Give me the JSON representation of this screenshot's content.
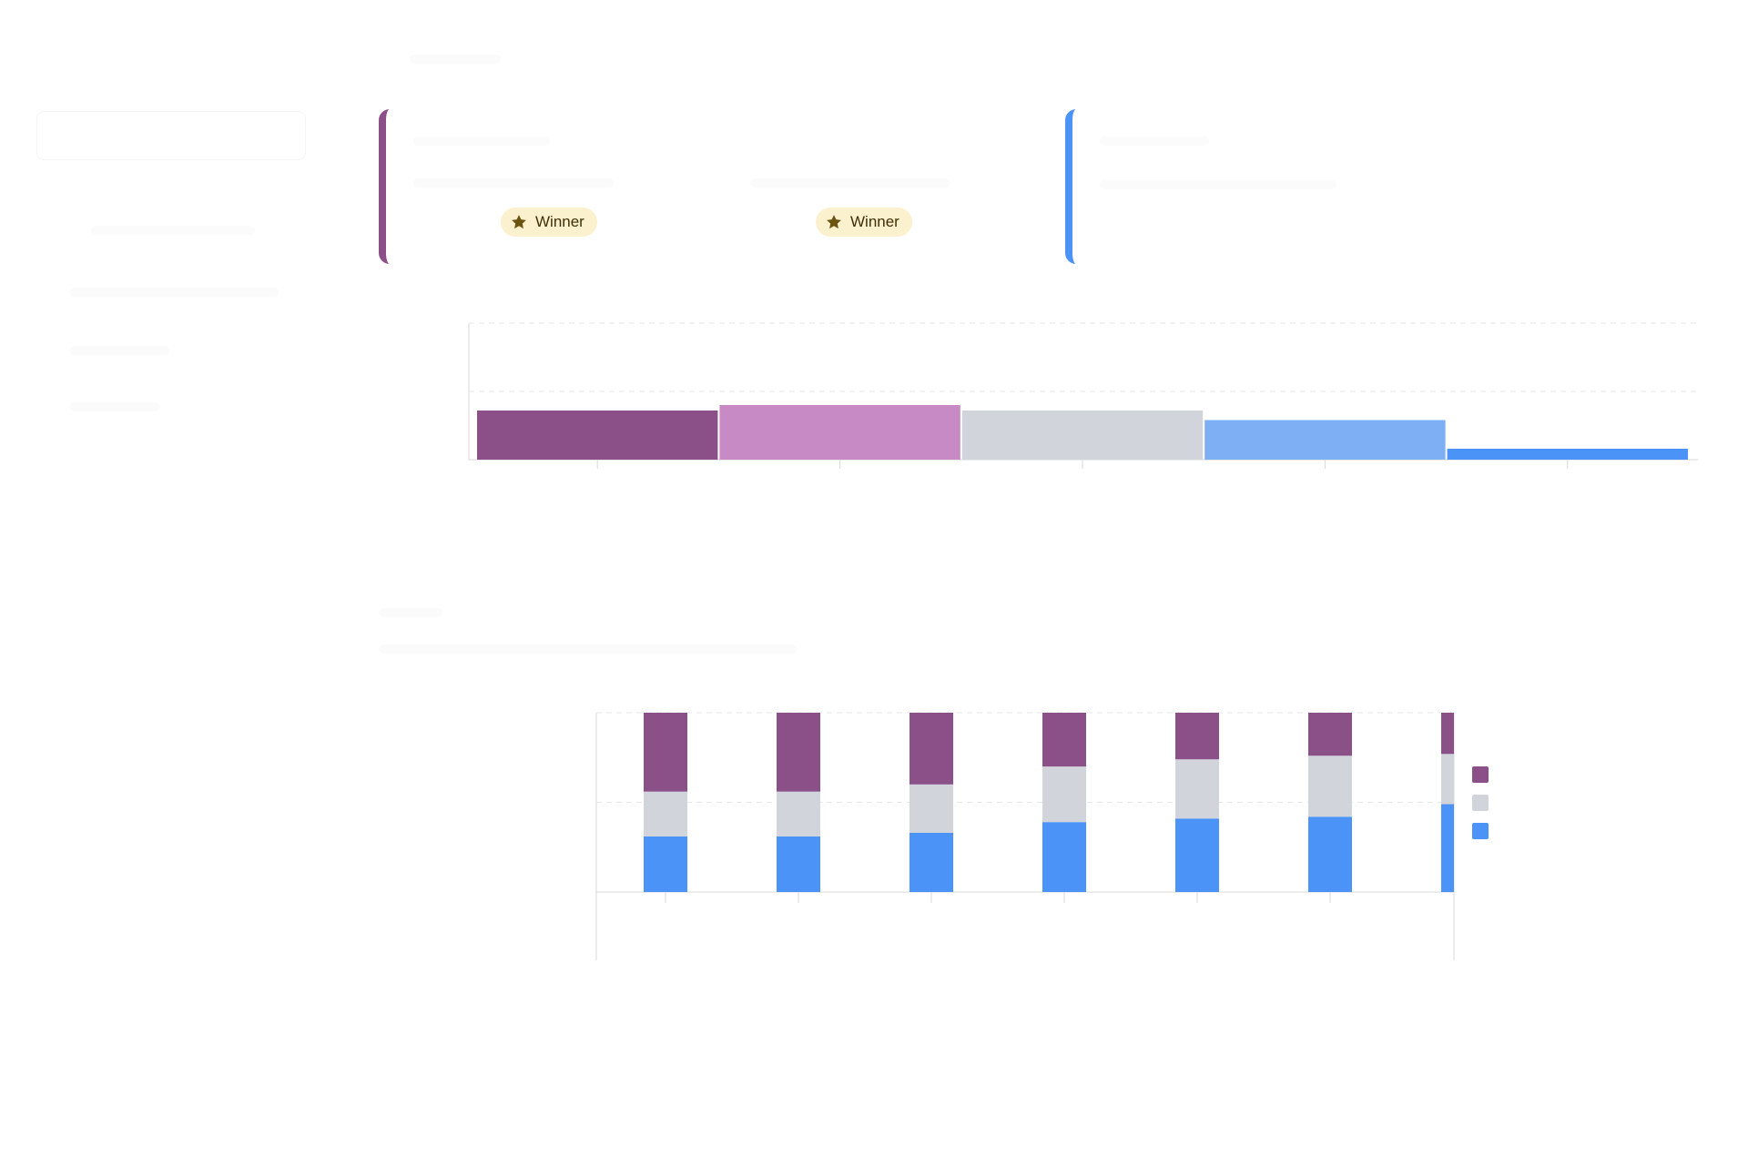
{
  "cards": {
    "left": {
      "accent": "#8b5088",
      "badges": [
        {
          "label": "Winner",
          "icon": "star-icon"
        },
        {
          "label": "Winner",
          "icon": "star-icon"
        }
      ]
    },
    "right": {
      "accent": "#4c93f7"
    }
  },
  "colors": {
    "purple": "#8b5088",
    "pink": "#c88ac4",
    "gray": "#d1d5db",
    "light_blue": "#7eaef3",
    "blue": "#4c93f7",
    "badge_bg": "#fbf1cf",
    "badge_text": "#3f2f05"
  },
  "chart_data": [
    {
      "type": "bar",
      "categories": [
        "",
        "",
        "",
        "",
        ""
      ],
      "values": [
        0.36,
        0.4,
        0.36,
        0.29,
        0.08
      ],
      "ylim": [
        0,
        1
      ],
      "grid": true,
      "colors": [
        "#8b5088",
        "#c88ac4",
        "#d1d5db",
        "#7eaef3",
        "#4c93f7"
      ]
    },
    {
      "type": "bar",
      "stacked": true,
      "categories": [
        "",
        "",
        "",
        "",
        "",
        "",
        ""
      ],
      "series": [
        {
          "color": "#4c93f7",
          "values": [
            0.31,
            0.31,
            0.33,
            0.39,
            0.41,
            0.42,
            0.49
          ]
        },
        {
          "color": "#d1d5db",
          "values": [
            0.25,
            0.25,
            0.27,
            0.31,
            0.33,
            0.34,
            0.28
          ]
        },
        {
          "color": "#8b5088",
          "values": [
            0.44,
            0.44,
            0.4,
            0.3,
            0.26,
            0.24,
            0.23
          ]
        }
      ],
      "ylim": [
        0,
        1
      ],
      "grid": true,
      "legend": "right"
    }
  ]
}
